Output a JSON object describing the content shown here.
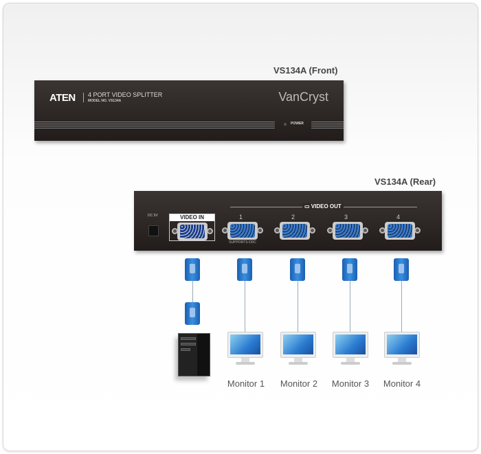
{
  "front": {
    "title": "VS134A (Front)",
    "brand": "ATEN",
    "product": "4 PORT VIDEO SPLITTER",
    "model": "MODEL NO. VS134A",
    "logo": "VanCryst",
    "power": "POWER"
  },
  "rear": {
    "title": "VS134A (Rear)",
    "dc": "DC 5V",
    "video_in": "VIDEO IN",
    "video_out": "VIDEO OUT",
    "ports": [
      "1",
      "2",
      "3",
      "4"
    ],
    "ddc": "SUPPORTS DDC"
  },
  "monitors": [
    "Monitor 1",
    "Monitor 2",
    "Monitor 3",
    "Monitor 4"
  ]
}
